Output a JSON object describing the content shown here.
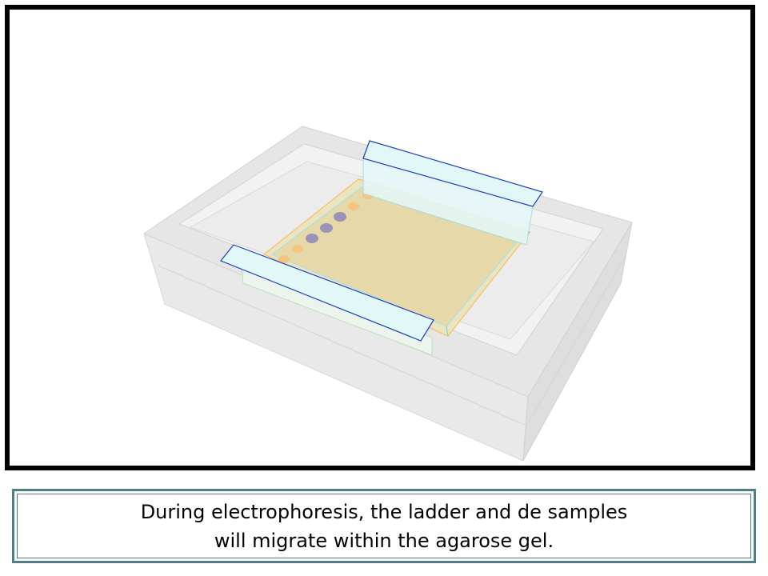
{
  "caption": {
    "line1": "During electrophoresis, the ladder and de samples",
    "line2": "will migrate within the agarose gel."
  },
  "colors": {
    "frame_border": "#000000",
    "caption_border": "#4f7f87",
    "tank": "#e2e2e2",
    "gel": "#e8d9a6",
    "ladder_wells": "#f4c37a",
    "sample_wells": "#9a92b8",
    "comb_outline": "#1f3fbf",
    "comb_fill": "#e1f7f8"
  },
  "scene": {
    "ladder_well_count": 5,
    "sample_well_count": 3
  }
}
